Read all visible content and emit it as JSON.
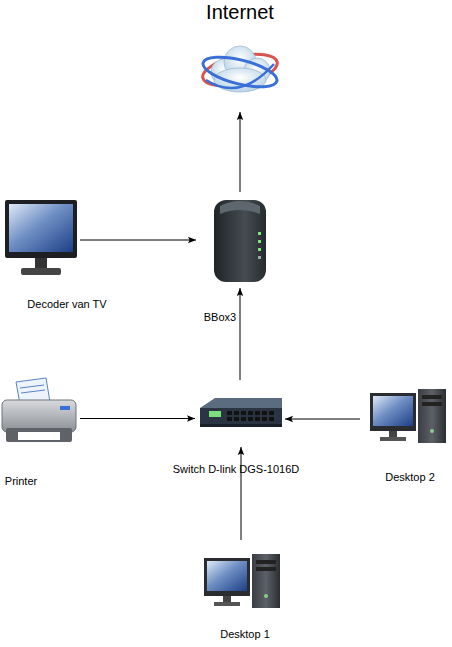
{
  "diagram": {
    "nodes": [
      {
        "text": [
          "Internet"
        ]
      },
      {
        "text": [
          "Decoder van TV"
        ]
      },
      {
        "text": [
          "BBox3"
        ]
      },
      {
        "text": [
          "Printer"
        ]
      },
      {
        "text": [
          "Switch D-link DGS-1016D"
        ]
      },
      {
        "text": [
          "Desktop 2"
        ]
      },
      {
        "text": [
          "Desktop 1"
        ]
      }
    ],
    "edges": [
      {
        "from": 2,
        "to": 0,
        "arrow": "to"
      },
      {
        "from": 1,
        "to": 2,
        "arrow": "to"
      },
      {
        "from": 4,
        "to": 2,
        "arrow": "to"
      },
      {
        "from": 3,
        "to": 4,
        "arrow": "to"
      },
      {
        "from": 5,
        "to": 4,
        "arrow": "to"
      },
      {
        "from": 6,
        "to": 4,
        "arrow": "to"
      }
    ]
  }
}
